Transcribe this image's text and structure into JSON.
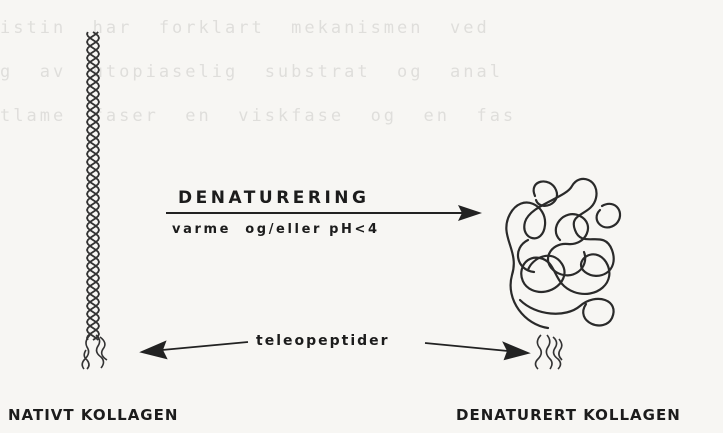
{
  "bleed_through": {
    "line1": "istin  har  forklart  mekanismen  ved",
    "line2": "g  av  utopiaselig  substrat  og  anal",
    "line3": "tlame  faser  en  viskfase  og  en  fas"
  },
  "arrow_top": {
    "title": "DENATURERING",
    "conditions": "varme  og/eller pH<4"
  },
  "arrow_bottom": {
    "label": "teleopeptider"
  },
  "labels": {
    "native": "NATIVT KOLLAGEN",
    "denatured": "DENATURERT KOLLAGEN"
  }
}
